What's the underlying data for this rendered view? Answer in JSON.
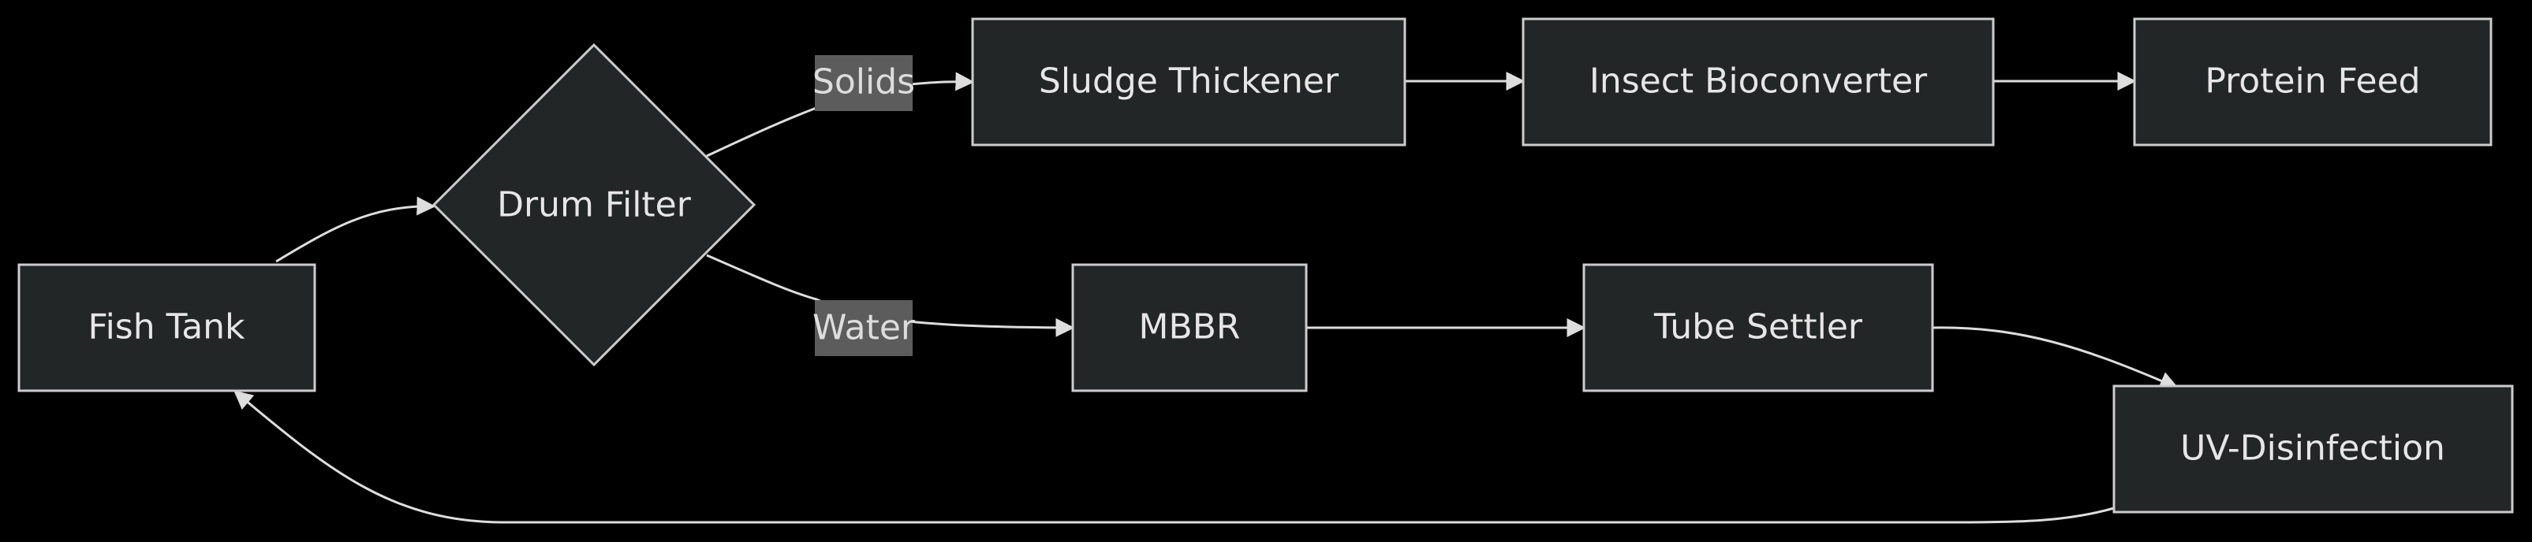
{
  "nodes": {
    "fish_tank": "Fish Tank",
    "drum_filter": "Drum Filter",
    "sludge_thickener": "Sludge Thickener",
    "insect_bioconverter": "Insect Bioconverter",
    "protein_feed": "Protein Feed",
    "mbbr": "MBBR",
    "tube_settler": "Tube Settler",
    "uv_disinfection": "UV-Disinfection"
  },
  "edges": {
    "solids": "Solids",
    "water": "Water"
  },
  "colors": {
    "background": "#000000",
    "node_fill": "#232626",
    "node_stroke": "#cccccc",
    "text": "#e6e6e6",
    "edge": "#dddddd",
    "edge_label_bg": "#5c5c5c"
  }
}
